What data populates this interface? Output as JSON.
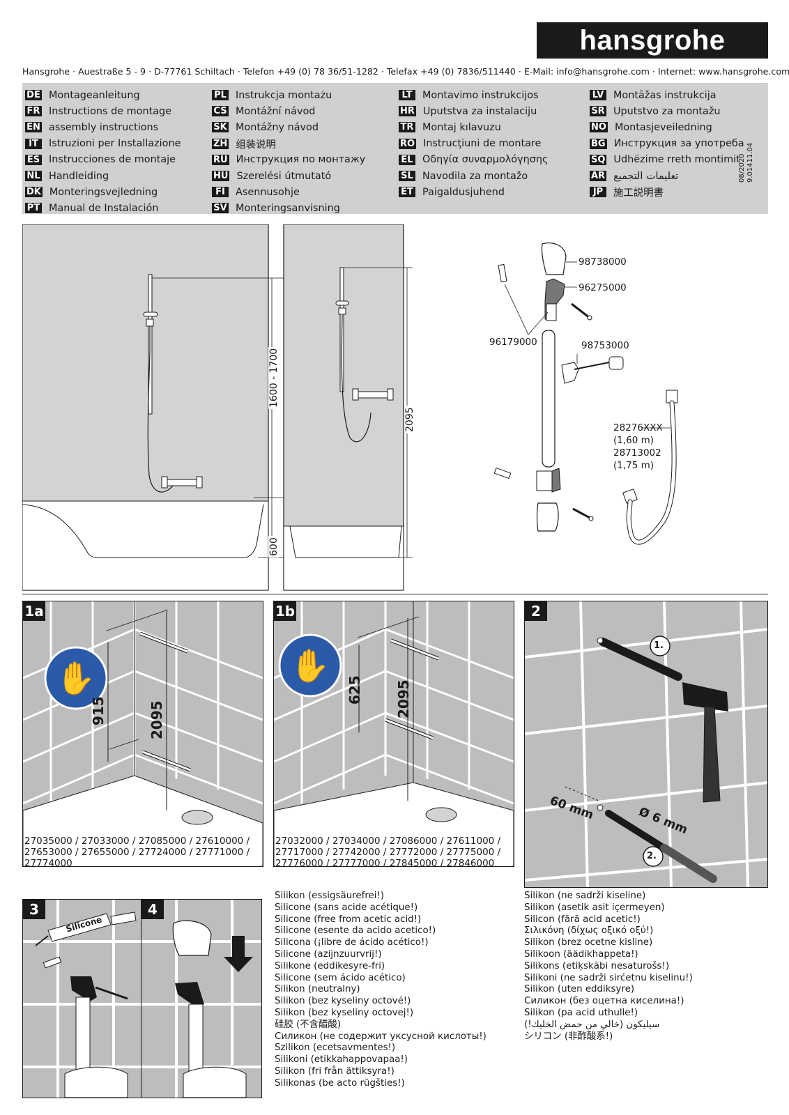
{
  "brand": "hansgrohe",
  "address": "Hansgrohe · Auestraße 5 - 9 · D-77761 Schiltach · Telefon +49 (0)  78 36/51-1282 · Telefax +49 (0)  7836/511440 · E-Mail: info@hansgrohe.com · Internet: www.hansgrohe.com",
  "doc_ref": {
    "date": "08/2020",
    "number": "9.01411.04"
  },
  "languages": [
    [
      {
        "code": "DE",
        "label": "Montageanleitung"
      },
      {
        "code": "FR",
        "label": "Instructions de montage"
      },
      {
        "code": "EN",
        "label": "assembly instructions"
      },
      {
        "code": "IT",
        "label": "Istruzioni per Installazione"
      },
      {
        "code": "ES",
        "label": "Instrucciones de montaje"
      },
      {
        "code": "NL",
        "label": "Handleiding"
      },
      {
        "code": "DK",
        "label": "Monteringsvejledning"
      },
      {
        "code": "PT",
        "label": "Manual de Instalación"
      }
    ],
    [
      {
        "code": "PL",
        "label": "Instrukcja montażu"
      },
      {
        "code": "CS",
        "label": "Montážní návod"
      },
      {
        "code": "SK",
        "label": "Montážny návod"
      },
      {
        "code": "ZH",
        "label": "组装说明"
      },
      {
        "code": "RU",
        "label": "Инструкция по монтажу"
      },
      {
        "code": "HU",
        "label": "Szerelési útmutató"
      },
      {
        "code": "FI",
        "label": "Asennusohje"
      },
      {
        "code": "SV",
        "label": "Monteringsanvisning"
      }
    ],
    [
      {
        "code": "LT",
        "label": "Montavimo instrukcijos"
      },
      {
        "code": "HR",
        "label": "Uputstva za instalaciju"
      },
      {
        "code": "TR",
        "label": "Montaj kılavuzu"
      },
      {
        "code": "RO",
        "label": "Instrucţiuni de montare"
      },
      {
        "code": "EL",
        "label": "Οδηγία συναρμολόγησης"
      },
      {
        "code": "SL",
        "label": "Navodila za montažo"
      },
      {
        "code": "ET",
        "label": "Paigaldusjuhend"
      }
    ],
    [
      {
        "code": "LV",
        "label": "Montāžas instrukcija"
      },
      {
        "code": "SR",
        "label": "Uputstvo za montažu"
      },
      {
        "code": "NO",
        "label": "Montasjeveiledning"
      },
      {
        "code": "BG",
        "label": "Инструкция за употреба"
      },
      {
        "code": "SQ",
        "label": "Udhëzime rreth montimit"
      },
      {
        "code": "AR",
        "label": "تعليمات التجميع"
      },
      {
        "code": "JP",
        "label": "施工説明書"
      }
    ]
  ],
  "dimensions": {
    "bar_range": "1600 - 1700",
    "total": "2095",
    "tub": "600"
  },
  "parts": {
    "cap_top": "98738000",
    "holder": "96275000",
    "dowel": "96179000",
    "slider": "98753000",
    "hose_a": "28276XXX",
    "hose_a_len": "(1,60 m)",
    "hose_b": "28713002",
    "hose_b_len": "(1,75 m)"
  },
  "step1a": {
    "number": "1a",
    "dim_short": "915",
    "dim_total": "2095",
    "models": [
      "27035000 / 27033000 / 27085000 / 27610000 /",
      "27653000 / 27655000 / 27724000 / 27771000 /",
      "27774000"
    ]
  },
  "step1b": {
    "number": "1b",
    "dim_short": "625",
    "dim_total": "2095",
    "models": [
      "27032000 / 27034000 / 27086000 / 27611000 /",
      "27717000 / 27742000 / 27772000 / 27775000 /",
      "27776000 / 27777000 / 27845000 / 27846000"
    ]
  },
  "step2": {
    "number": "2",
    "depth": "60 mm",
    "diameter": "Ø 6 mm",
    "sub1": "1.",
    "sub2": "2."
  },
  "step3": {
    "number": "3",
    "tube_label": "Silicone"
  },
  "step4": {
    "number": "4"
  },
  "silicone_left": [
    "Silikon (essigsäurefrei!)",
    "Silicone (sans acide acétique!)",
    "Silicone (free from acetic acid!)",
    "Silicone (esente da acido acetico!)",
    "Silicona (¡libre de ácido acético!)",
    "Silicone (azijnzuurvrij!)",
    "Silikone (eddikesyre-fri)",
    "Silicone (sem ácido acético)",
    "Silikon (neutralny)",
    "Silikon (bez kyseliny octové!)",
    "Silikon (bez kyseliny octovej!)",
    "硅胶 (不含醋酸)",
    "Силикон (не содержит уксусной кислоты!)",
    "Szilikon (ecetsavmentes!)",
    "Silikoni (etikkahappovapaa!)",
    "Silikon (fri från ättiksyra!)",
    "Silikonas (be acto rūgšties!)"
  ],
  "silicone_right": [
    "Silikon (ne sadrži kiseline)",
    "Silikon (asetik asit içermeyen)",
    "Silicon (fără acid acetic!)",
    "Σιλικόνη (δίχως οξικό οξύ!)",
    "Silikon (brez ocetne kisline)",
    "Silikoon (äädikhappeta!)",
    "Silikons (etiķskābi nesaturošs!)",
    "Silikoni (ne sadrži sirćetnu kiselinu!)",
    "Silikon (uten eddiksyre)",
    "Силикон (без оцетна киселина!)",
    "Silikon (pa acid uthulle!)",
    "سيليكون (خالي من حمض الخليك!)",
    "シリコン (非酢酸系!)"
  ]
}
